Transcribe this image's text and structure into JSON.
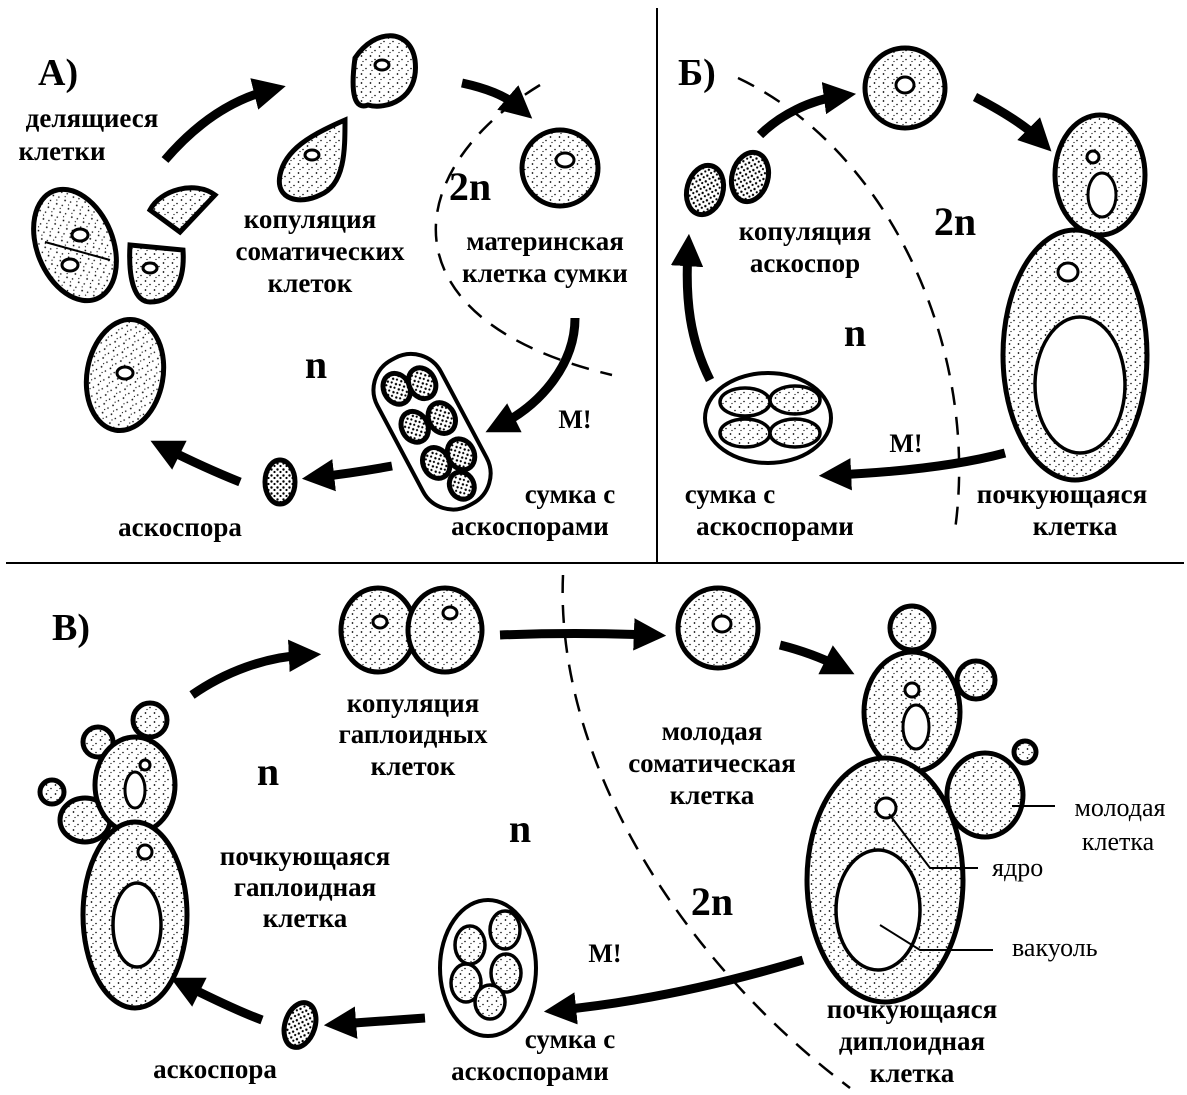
{
  "panels": {
    "A": {
      "letter": "А)",
      "dividing_1": "делящиеся",
      "dividing_2": "клетки",
      "copulation_1": "копуляция",
      "copulation_2": "соматических",
      "copulation_3": "клеток",
      "mother_1": "материнская",
      "mother_2": "клетка сумки",
      "ploidy_2n": "2n",
      "ploidy_n": "n",
      "meiosis": "М!",
      "ascus_1": "сумка с",
      "ascus_2": "аскоспорами",
      "ascospore": "аскоспора"
    },
    "B": {
      "letter": "Б)",
      "copulation_1": "копуляция",
      "copulation_2": "аскоспор",
      "ploidy_2n": "2n",
      "ploidy_n": "n",
      "meiosis": "М!",
      "ascus_1": "сумка с",
      "ascus_2": "аскоспорами",
      "budding_1": "почкующаяся",
      "budding_2": "клетка"
    },
    "C": {
      "letter": "В)",
      "copulation_1": "копуляция",
      "copulation_2": "гаплоидных",
      "copulation_3": "клеток",
      "young_1": "молодая",
      "young_2": "соматическая",
      "young_3": "клетка",
      "haploid_budding_1": "почкующаяся",
      "haploid_budding_2": "гаплоидная",
      "haploid_budding_3": "клетка",
      "ploidy_n_1": "n",
      "ploidy_n_2": "n",
      "ploidy_2n": "2n",
      "meiosis": "М!",
      "ascus_1": "сумка с",
      "ascus_2": "аскоспорами",
      "ascospore": "аскоспора",
      "diploid_budding_1": "почкующаяся",
      "diploid_budding_2": "диплоидная",
      "diploid_budding_3": "клетка",
      "young_cell_1": "молодая",
      "young_cell_2": "клетка",
      "nucleus": "ядро",
      "vacuole": "вакуоль"
    }
  }
}
